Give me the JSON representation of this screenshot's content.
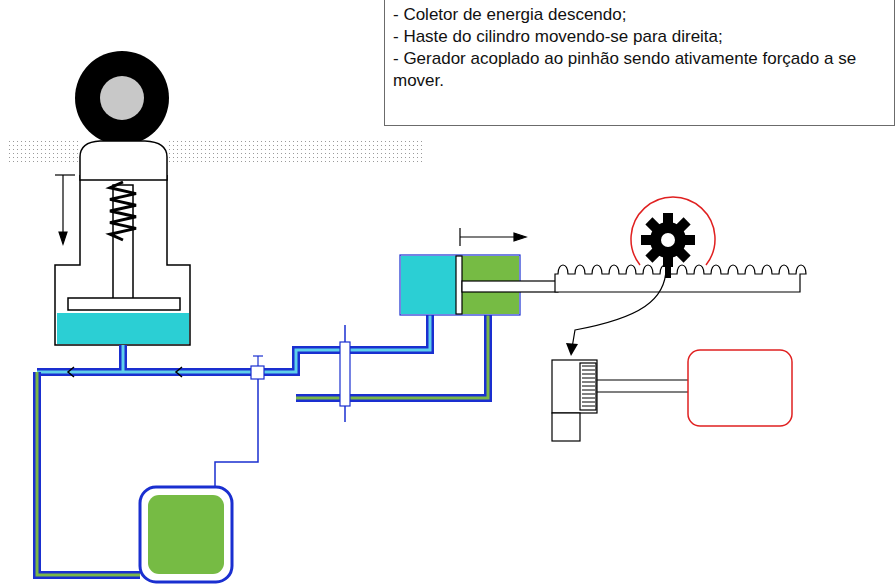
{
  "diagram": {
    "nodes": [
      {
        "text": [
          "- Coletor de energia descendo;",
          "- Haste do cilindro movendo-se para direita;",
          "- Gerador acoplado ao pinhão sendo ativamente forçado a se mover."
        ]
      }
    ]
  }
}
